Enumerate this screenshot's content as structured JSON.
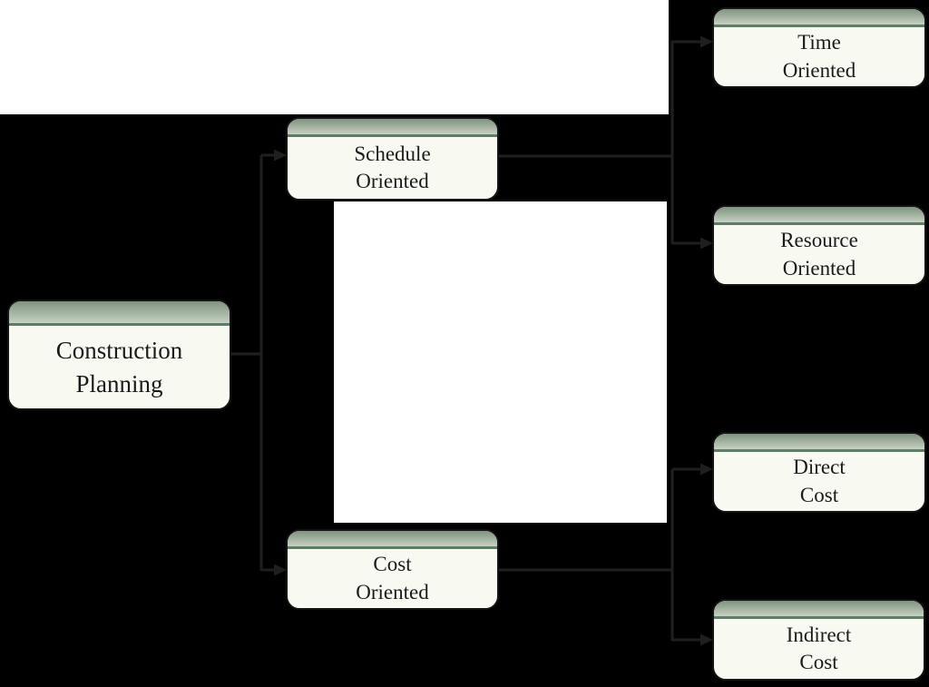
{
  "diagram": {
    "type": "flowchart",
    "background_color": "#000000",
    "panel_color": "#ffffff",
    "node_style": {
      "header_gradient_top": "#7e937f",
      "header_gradient_bottom": "#c6d1c3",
      "header_underline_color": "#5f7c64",
      "body_color": "#f8faf2",
      "border_color": "#141414",
      "text_color": "#1a1a1a",
      "connector_color": "#1f1f1f"
    },
    "nodes": {
      "construction_planning": {
        "line1": "Construction",
        "line2": "Planning"
      },
      "schedule_oriented": {
        "line1": "Schedule",
        "line2": "Oriented"
      },
      "cost_oriented": {
        "line1": "Cost",
        "line2": "Oriented"
      },
      "time_oriented": {
        "line1": "Time",
        "line2": "Oriented"
      },
      "resource_oriented": {
        "line1": "Resource",
        "line2": "Oriented"
      },
      "direct_cost": {
        "line1": "Direct",
        "line2": "Cost"
      },
      "indirect_cost": {
        "line1": "Indirect",
        "line2": "Cost"
      }
    },
    "edges": [
      {
        "from": "Construction Planning",
        "to": "Schedule Oriented"
      },
      {
        "from": "Construction Planning",
        "to": "Cost Oriented"
      },
      {
        "from": "Schedule Oriented",
        "to": "Time Oriented"
      },
      {
        "from": "Schedule Oriented",
        "to": "Resource Oriented"
      },
      {
        "from": "Cost Oriented",
        "to": "Direct Cost"
      },
      {
        "from": "Cost Oriented",
        "to": "Indirect Cost"
      }
    ]
  }
}
